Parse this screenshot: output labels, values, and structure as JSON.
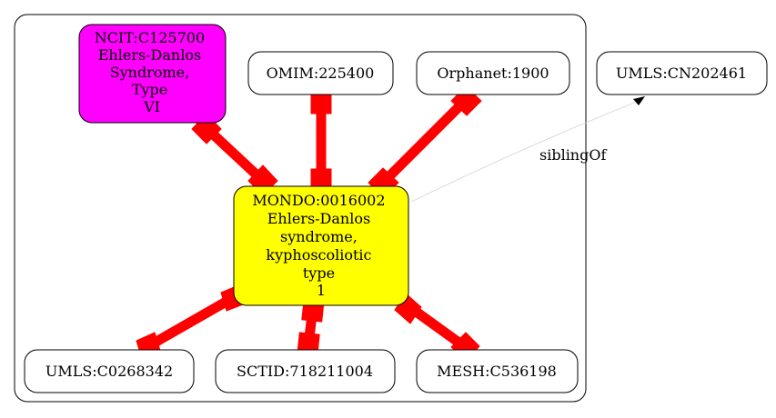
{
  "colors": {
    "center_fill": "#ffff00",
    "ncit_fill": "#ff00ff",
    "node_fill": "#ffffff",
    "edge_red": "#ff0000",
    "sibling_edge": "#d3d3d3"
  },
  "nodes": {
    "center": [
      "MONDO:0016002",
      "Ehlers-Danlos",
      "syndrome,",
      "kyphoscoliotic",
      "type",
      "1"
    ],
    "ncit": [
      "NCIT:C125700",
      "Ehlers-Danlos",
      "Syndrome,",
      "Type",
      "VI"
    ],
    "omim": [
      "OMIM:225400"
    ],
    "orphanet": [
      "Orphanet:1900"
    ],
    "umls_cn": [
      "UMLS:CN202461"
    ],
    "umls_c": [
      "UMLS:C0268342"
    ],
    "sctid": [
      "SCTID:718211004"
    ],
    "mesh": [
      "MESH:C536198"
    ]
  },
  "edges": {
    "sibling_label": "siblingOf"
  }
}
